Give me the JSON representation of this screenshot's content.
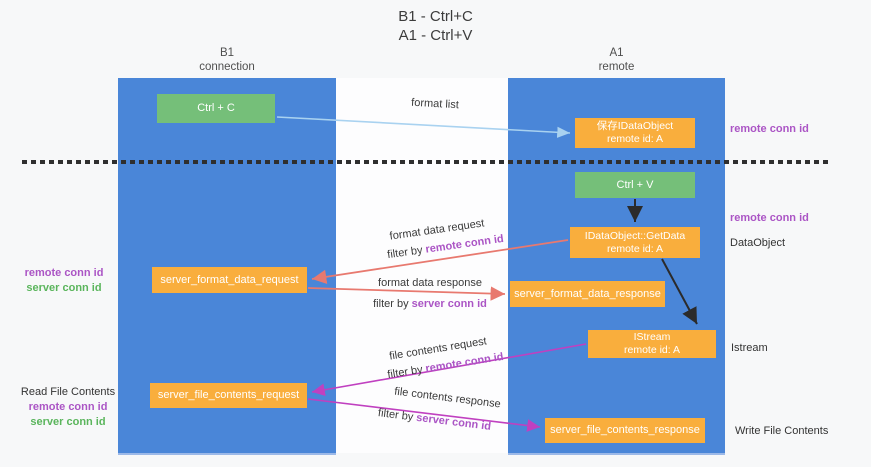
{
  "title": {
    "line1": "B1 - Ctrl+C",
    "line2": "A1 - Ctrl+V"
  },
  "columns": {
    "left": {
      "name": "B1",
      "role": "connection"
    },
    "right": {
      "name": "A1",
      "role": "remote"
    }
  },
  "nodes": {
    "ctrl_c": "Ctrl + C",
    "ctrl_v": "Ctrl + V",
    "save_dataobject": {
      "line1": "保存IDataObject",
      "line2": "remote id: A"
    },
    "getdata": {
      "line1": "IDataObject::GetData",
      "line2": "remote id: A"
    },
    "istream": {
      "line1": "IStream",
      "line2": "remote id: A"
    },
    "server_format_data_request": "server_format_data_request",
    "server_format_data_response": "server_format_data_response",
    "server_file_contents_request": "server_file_contents_request",
    "server_file_contents_response": "server_file_contents_response"
  },
  "arrow_labels": {
    "format_list": "format list",
    "format_data_request": "format data request",
    "format_data_response": "format data response",
    "file_contents_request": "file contents request",
    "file_contents_response": "file contents response",
    "filter_prefix": "filter by",
    "remote_conn_id": "remote conn id",
    "server_conn_id": "server conn id"
  },
  "side_labels": {
    "remote_conn_id": "remote conn id",
    "server_conn_id": "server conn id",
    "dataobject": "DataObject",
    "istream": "Istream",
    "read_file_contents": "Read File Contents",
    "write_file_contents": "Write File Contents"
  },
  "colors": {
    "column_blue": "#4a86d8",
    "box_orange": "#f9ae3d",
    "box_green": "#75bf79",
    "arrow_salmon": "#e8796f",
    "arrow_magenta": "#c040c0",
    "arrow_light_blue": "#a9d2f0",
    "arrow_black": "#2b2b2b",
    "label_purple": "#ab55c5",
    "label_green": "#5ab55c"
  }
}
